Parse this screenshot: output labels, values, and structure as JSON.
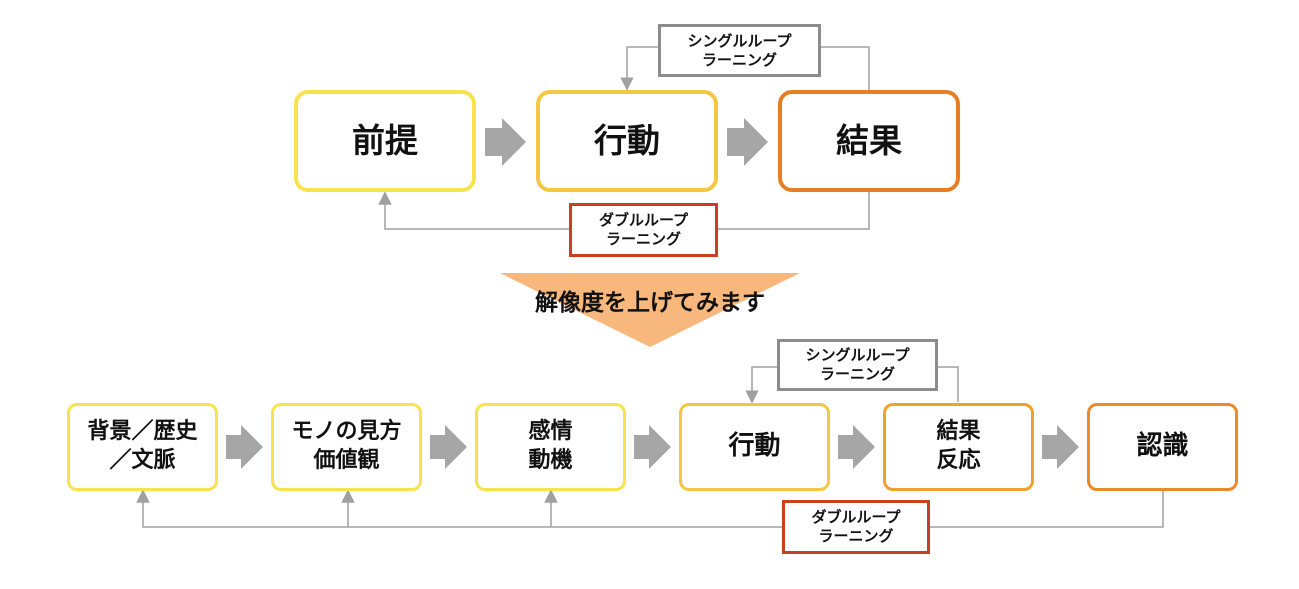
{
  "colors": {
    "box_1": "#f8e34e",
    "box_2": "#f3c741",
    "box_3": "#f0a02c",
    "box_4": "#ec8a2a",
    "box_5": "#e57f24",
    "single_loop_border": "#8c8c8c",
    "double_loop_border": "#c8401e",
    "flow_arrow": "#a6a6a6",
    "loop_line": "#a0a0a0",
    "transition_arrow": "#f8b77c"
  },
  "top": {
    "nodes": [
      "前提",
      "行動",
      "結果"
    ],
    "single_loop": "シングルループ\nラーニング",
    "double_loop": "ダブルループ\nラーニング"
  },
  "transition": {
    "label": "解像度を上げてみます"
  },
  "bottom": {
    "nodes": [
      "背景／歴史\n／文脈",
      "モノの見方\n価値観",
      "感情\n動機",
      "行動",
      "結果\n反応",
      "認識"
    ],
    "single_loop": "シングルループ\nラーニング",
    "double_loop": "ダブルループ\nラーニング"
  }
}
